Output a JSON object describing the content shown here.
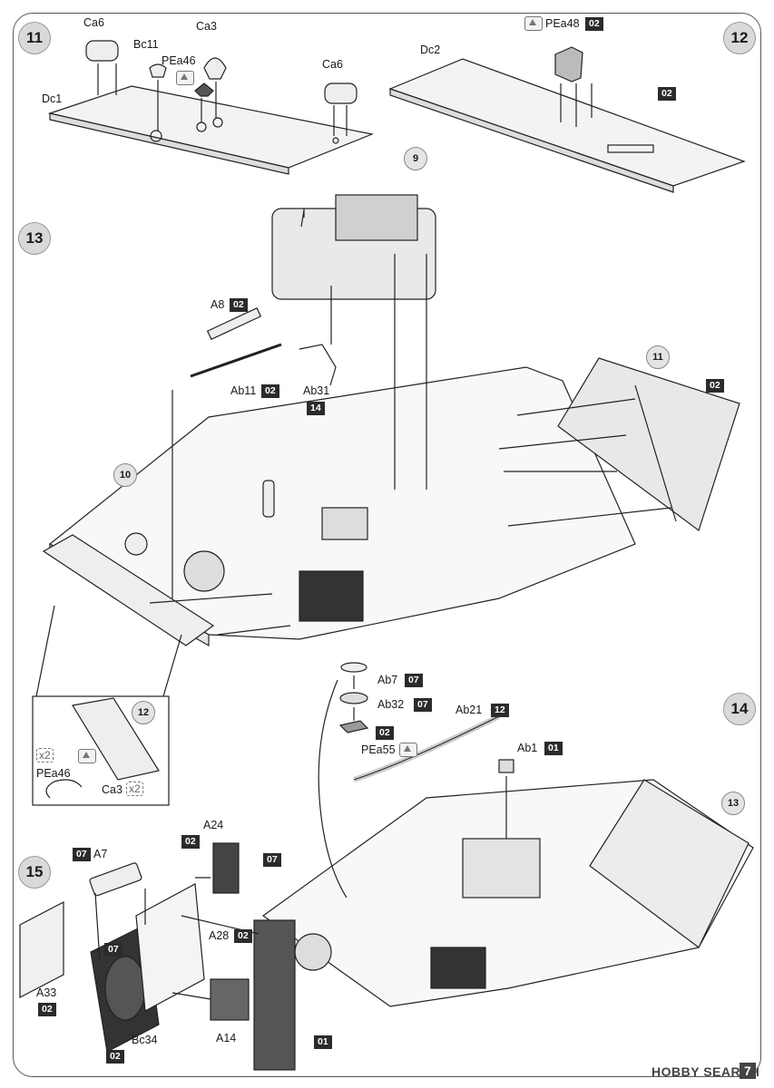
{
  "steps": [
    "11",
    "12",
    "13",
    "14",
    "15"
  ],
  "step11": {
    "labels": [
      "Ca6",
      "Bc11",
      "Ca3",
      "PEa46",
      "Ca6",
      "Dc1"
    ]
  },
  "step12": {
    "labels": [
      "PEa48",
      "Dc2"
    ],
    "boxes": [
      "02",
      "02"
    ]
  },
  "step13": {
    "refs": [
      "9",
      "10",
      "11",
      "12"
    ],
    "labels": [
      "A8",
      "Ab11",
      "Ab31",
      "PEa46",
      "Ca3"
    ],
    "boxes": [
      "02",
      "02",
      "14",
      "02"
    ],
    "multipliers": [
      "x2",
      "x2"
    ]
  },
  "step14": {
    "refs": [
      "13"
    ],
    "labels": [
      "Ab7",
      "Ab32",
      "PEa55",
      "Ab21",
      "Ab1"
    ],
    "boxes": [
      "07",
      "07",
      "02",
      "12",
      "01"
    ]
  },
  "step15": {
    "labels": [
      "A7",
      "A24",
      "A28",
      "A33",
      "Bc34",
      "A14"
    ],
    "boxes": [
      "07",
      "02",
      "07",
      "02",
      "07",
      "02",
      "02",
      "01"
    ]
  },
  "footer": {
    "watermark": "HOBBY SEARCH",
    "page_number": "7"
  }
}
